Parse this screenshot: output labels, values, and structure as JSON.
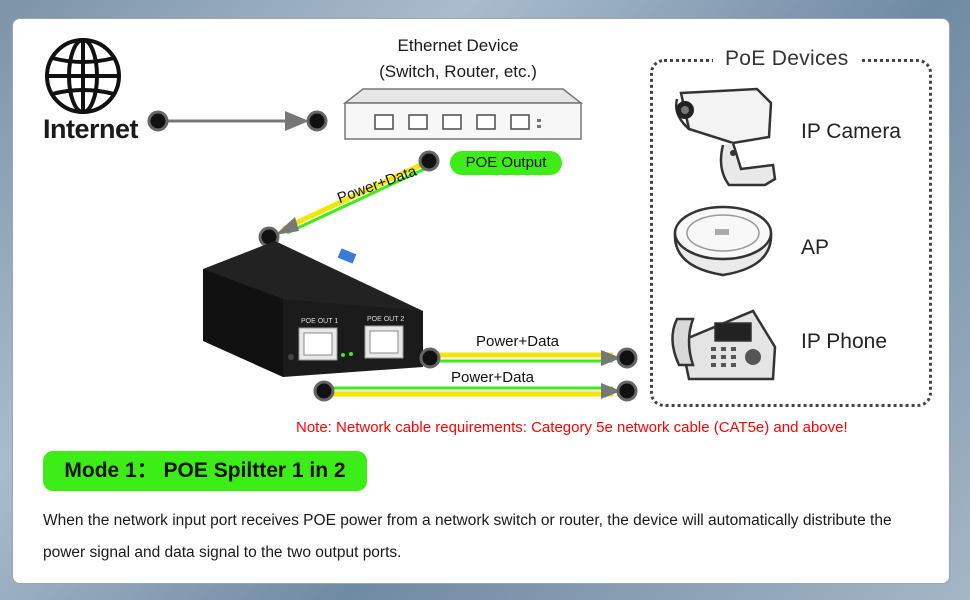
{
  "internet": {
    "label": "Internet"
  },
  "ethernet_device": {
    "title": "Ethernet Device",
    "subtitle": "(Switch, Router, etc.)"
  },
  "poe_output_badge": "POE Output",
  "wires": {
    "label_input": "Power+Data",
    "label_out1": "Power+Data",
    "label_out2": "Power+Data"
  },
  "splitter": {
    "port1_label": "POE OUT 1",
    "port2_label": "POE OUT 2"
  },
  "poe_devices": {
    "title": "PoE Devices",
    "items": [
      {
        "label": "IP Camera",
        "icon": "ip-camera-icon"
      },
      {
        "label": "AP",
        "icon": "access-point-icon"
      },
      {
        "label": "IP Phone",
        "icon": "ip-phone-icon"
      }
    ]
  },
  "note": "Note: Network cable requirements: Category 5e network cable (CAT5e) and above!",
  "mode": {
    "title": "Mode 1： POE Spiltter 1 in 2"
  },
  "description": "When the network input port receives POE power from a network switch or router, the device will automatically distribute the power signal and data signal to the two output ports.",
  "colors": {
    "accent_green": "#3ded17",
    "note_red": "#ff0000",
    "wire_yellow": "#f2e700",
    "wire_green": "#3ded17"
  }
}
